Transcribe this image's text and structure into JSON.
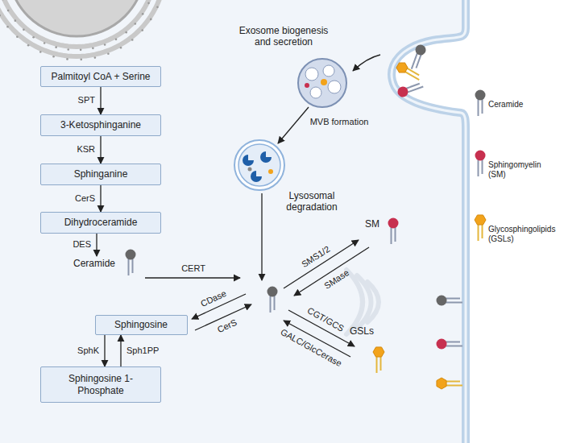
{
  "diagram": {
    "nodes": [
      {
        "text": [
          "Palmitoyl CoA + Serine"
        ]
      },
      {
        "text": [
          "3-Ketosphinganine"
        ]
      },
      {
        "text": [
          "Sphinganine"
        ]
      },
      {
        "text": [
          "Dihydroceramide"
        ]
      },
      {
        "text": [
          "Ceramide"
        ]
      },
      {
        "text": [
          "Sphingosine"
        ]
      },
      {
        "text": [
          "Sphingosine 1-Phosphate"
        ]
      }
    ],
    "edges": [
      {
        "from": 0,
        "to": 1,
        "label": "SPT",
        "arrow": "to"
      },
      {
        "from": 1,
        "to": 2,
        "label": "KSR",
        "arrow": "to"
      },
      {
        "from": 2,
        "to": 3,
        "label": "CerS",
        "arrow": "to"
      },
      {
        "from": 3,
        "to": 4,
        "label": "DES",
        "arrow": "to"
      },
      {
        "from": 5,
        "to": 6,
        "label": "SphK",
        "arrow": "to"
      },
      {
        "from": 6,
        "to": 5,
        "label": "Sph1PP",
        "arrow": "to"
      }
    ],
    "labels": [
      "Exosome biogenesis and secretion",
      "MVB formation",
      "Lysosomal degradation",
      "CERT",
      "CDase",
      "CerS",
      "SMS1/2",
      "SMase",
      "SM",
      "CGT/GCS",
      "GALC/GlcCerase",
      "GSLs"
    ],
    "legend": [
      {
        "text": "Ceramide"
      },
      {
        "text": "Sphingomyelin (SM)"
      },
      {
        "text": "Glycosphingolipids (GSLs)"
      }
    ]
  }
}
